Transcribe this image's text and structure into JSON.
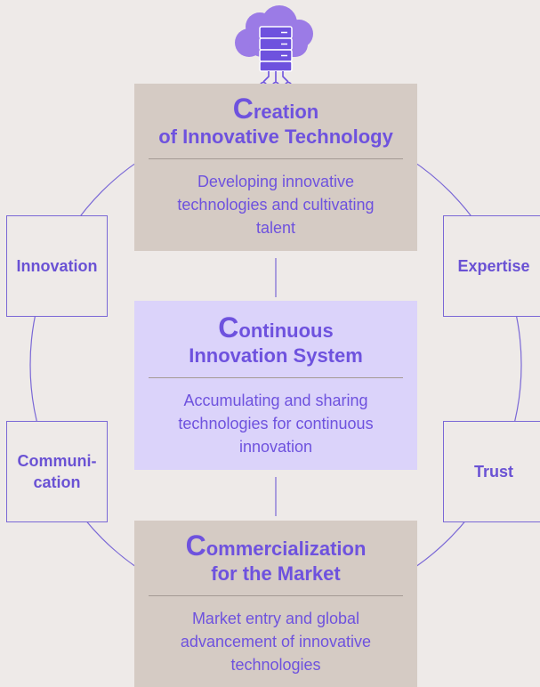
{
  "colors": {
    "background": "#eeeae8",
    "accent": "#6e52de",
    "card_tan": "#d5cbc4",
    "card_lavender": "#dbd3fa",
    "icon_purple": "#9b7be6"
  },
  "icon": "cloud-server-icon",
  "cards": {
    "creation": {
      "title_initial": "C",
      "title_rest": "reation",
      "title_line2": "of Innovative Technology",
      "description": "Developing innovative technologies and cultivating talent"
    },
    "continuous": {
      "title_initial": "C",
      "title_rest": "ontinuous",
      "title_line2": "Innovation System",
      "description": "Accumulating and sharing technologies for continuous innovation"
    },
    "commercialization": {
      "title_initial": "C",
      "title_rest": "ommercialization",
      "title_line2": "for the Market",
      "description": "Market entry and global advancement of innovative technologies"
    }
  },
  "side_labels": {
    "innovation": "Innovation",
    "expertise": "Expertise",
    "communication": "Communi-\ncation",
    "trust": "Trust"
  }
}
